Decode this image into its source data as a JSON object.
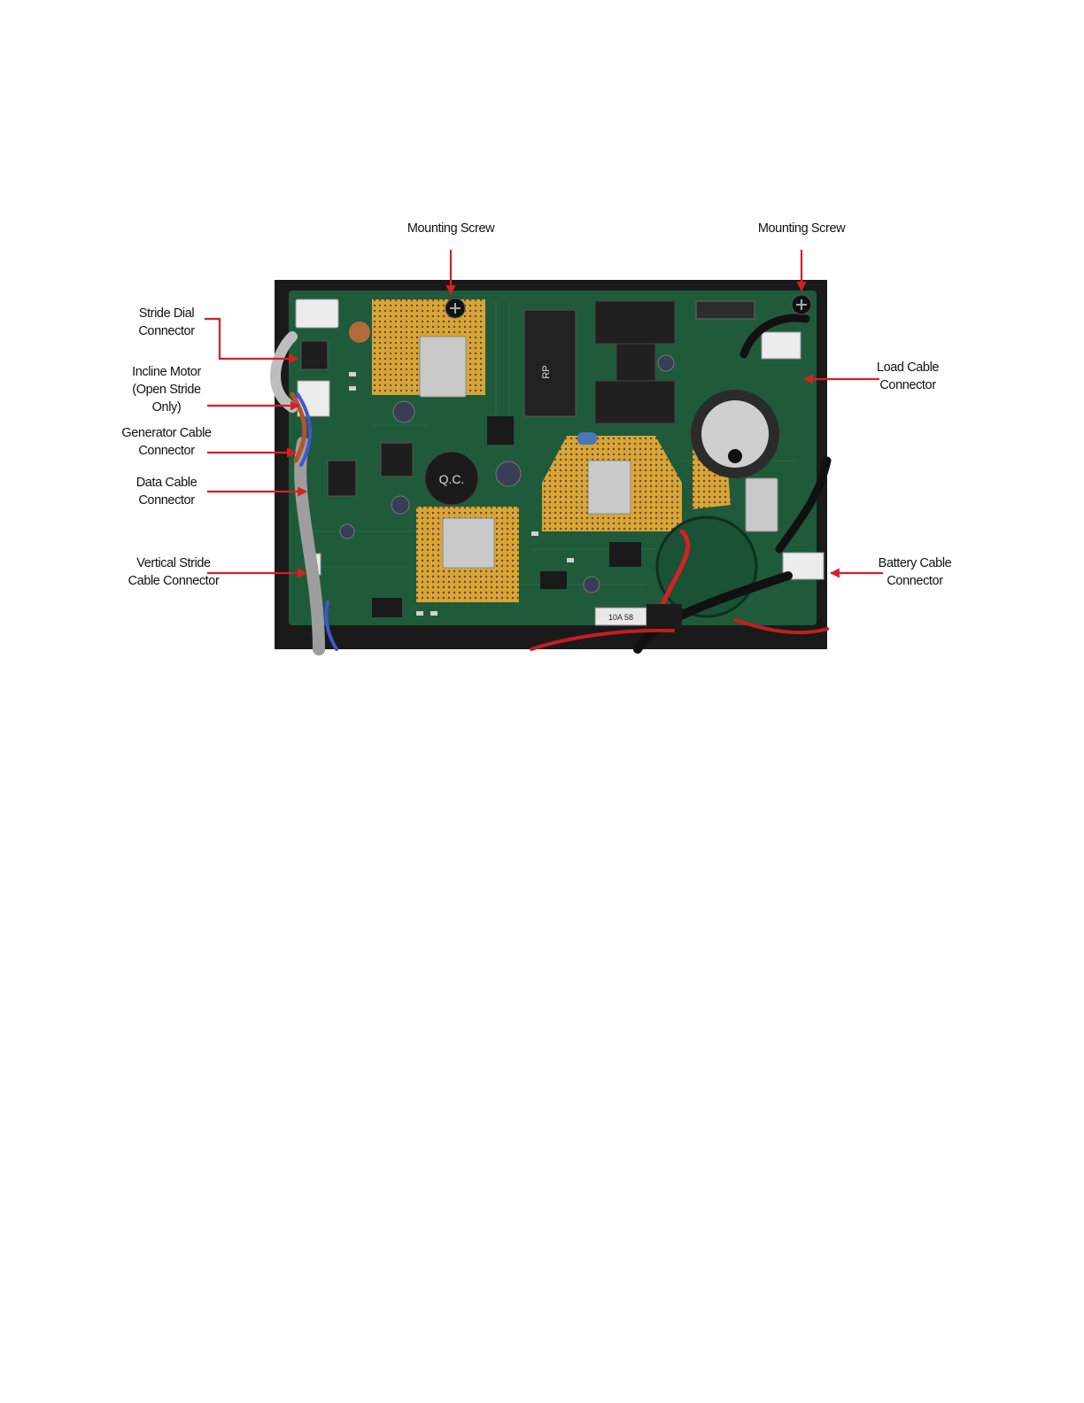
{
  "colors": {
    "arrow": "#d81f26",
    "board_green": "#1f5a3a",
    "copper_pad": "#d7a53a",
    "housing": "#1a1a1a"
  },
  "labels": {
    "mounting_screw_left": [
      "Mounting Screw"
    ],
    "mounting_screw_right": [
      "Mounting Screw"
    ],
    "stride_dial": [
      "Stride Dial",
      "Connector"
    ],
    "incline_motor": [
      "Incline Motor",
      "(Open Stride",
      "Only)"
    ],
    "generator_cable": [
      "Generator Cable",
      "Connector"
    ],
    "data_cable": [
      "Data Cable",
      "Connector"
    ],
    "vertical_stride": [
      "Vertical Stride",
      "Cable Connector"
    ],
    "load_cable": [
      "Load Cable",
      "Connector"
    ],
    "battery_cable": [
      "Battery Cable",
      "Connector"
    ]
  },
  "board_markings": {
    "inductor": "Q.C.",
    "relay": "RP",
    "fuse": "10A 58"
  }
}
